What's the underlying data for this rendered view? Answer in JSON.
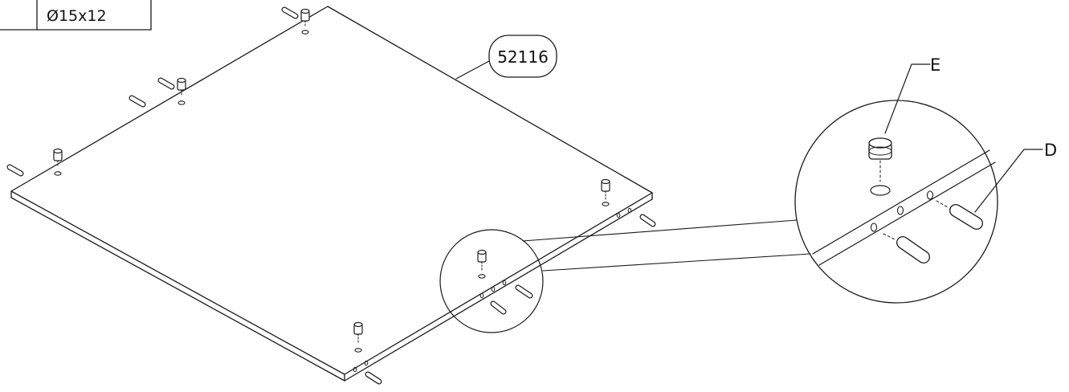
{
  "spec_box": {
    "dimension": "Ø15x12"
  },
  "part_bubble": {
    "number": "52116"
  },
  "callouts": {
    "cam_label": "E",
    "dowel_label": "D"
  },
  "colors": {
    "line": "#1a1a1a",
    "background": "#ffffff"
  },
  "icons": [
    "cam-lock-icon",
    "dowel-icon",
    "hole-icon"
  ]
}
